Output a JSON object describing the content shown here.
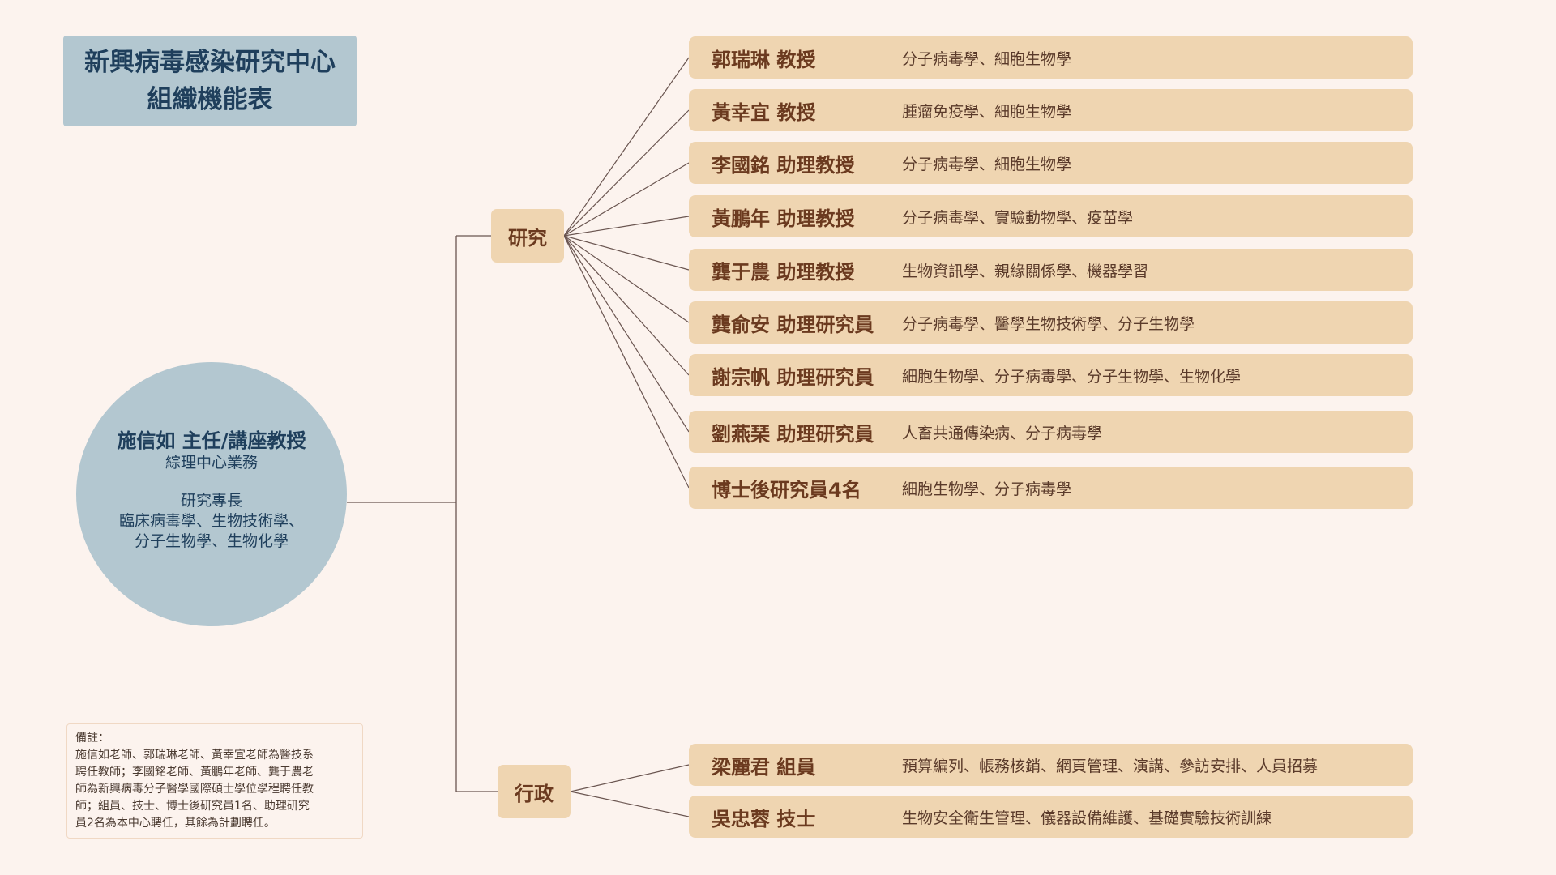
{
  "title": {
    "line1": "新興病毒感染研究中心",
    "line2": "組織機能表"
  },
  "director": {
    "name": "施信如 主任/講座教授",
    "role": "綜理中心業務",
    "expertise_label": "研究專長",
    "expertise_line1": "臨床病毒學、生物技術學、",
    "expertise_line2": "分子生物學、生物化學"
  },
  "branches": {
    "research": "研究",
    "admin": "行政"
  },
  "research_members": [
    {
      "name": "郭瑞琳 教授",
      "field": "分子病毒學、細胞生物學"
    },
    {
      "name": "黃幸宜 教授",
      "field": "腫瘤免疫學、細胞生物學"
    },
    {
      "name": "李國銘 助理教授",
      "field": "分子病毒學、細胞生物學"
    },
    {
      "name": "黃鵬年 助理教授",
      "field": "分子病毒學、實驗動物學、疫苗學"
    },
    {
      "name": "龔于農 助理教授",
      "field": "生物資訊學、親緣關係學、機器學習"
    },
    {
      "name": "龔俞安  助理研究員",
      "field": "分子病毒學、醫學生物技術學、分子生物學"
    },
    {
      "name": "謝宗帆  助理研究員",
      "field": "細胞生物學、分子病毒學、分子生物學、生物化學"
    },
    {
      "name": "劉燕琹  助理研究員",
      "field": "人畜共通傳染病、分子病毒學"
    },
    {
      "name": "博士後研究員4名",
      "field": "細胞生物學、分子病毒學"
    }
  ],
  "admin_members": [
    {
      "name": "梁麗君 組員",
      "field": "預算編列、帳務核銷、網頁管理、演講、參訪安排、人員招募"
    },
    {
      "name": "吳忠蓉 技士",
      "field": "生物安全衛生管理、儀器設備維護、基礎實驗技術訓練"
    }
  ],
  "note": {
    "heading": "備註：",
    "line1": "施信如老師、郭瑞琳老師、黃幸宜老師為醫技系",
    "line2": "聘任教師；李國銘老師、黃鵬年老師、龔于農老",
    "line3": "師為新興病毒分子醫學國際碩士學位學程聘任教",
    "line4": "師；組員、技士、博士後研究員1名、助理研究",
    "line5": "員2名為本中心聘任，其餘為計劃聘任。"
  },
  "colors": {
    "background": "#fcf3ee",
    "director_fill": "#b3c7d0",
    "node_fill": "#efd5b1",
    "line": "#6a5550"
  }
}
